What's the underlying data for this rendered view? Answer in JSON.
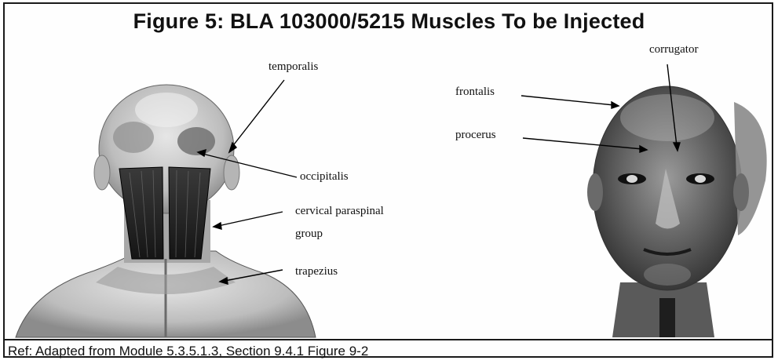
{
  "title": "Figure 5: BLA 103000/5215  Muscles To be Injected",
  "reference": "Ref: Adapted from Module 5.3.5.1.3, Section 9.4.1 Figure 9-2",
  "labels": {
    "temporalis": "temporalis",
    "occipitalis": "occipitalis",
    "cervical_line1": "cervical paraspinal",
    "cervical_line2": "group",
    "trapezius": "trapezius",
    "corrugator": "corrugator",
    "frontalis": "frontalis",
    "procerus": "procerus"
  }
}
